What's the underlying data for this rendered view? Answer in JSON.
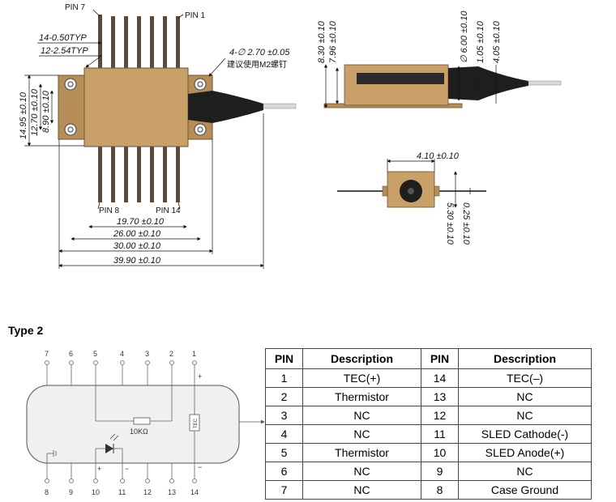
{
  "drawing": {
    "pin_top_left": "PIN 7",
    "pin_top_right": "PIN 1",
    "pin_bottom_left": "PIN 8",
    "pin_bottom_right": "PIN 14",
    "dim_pin_width": "14-0.50TYP",
    "dim_pin_pitch": "12-2.54TYP",
    "dim_holes": "4-∅ 2.70 ±0.05",
    "note_screw": "建议使用M2螺钉",
    "dim_h1": "14.95 ±0.10",
    "dim_h2": "12.70 ±0.10",
    "dim_h3": "8.90 ±0.10",
    "dim_w1": "19.70 ±0.10",
    "dim_w2": "26.00 ±0.10",
    "dim_w3": "30.00 ±0.10",
    "dim_w4": "39.90 ±0.10",
    "side_dim1": "8.30 ±0.10",
    "side_dim2": "7.96 ±0.10",
    "side_dim3": "∅ 6.00 ±0.10",
    "side_dim4": "1.05 ±0.10",
    "side_dim5": "4.05 ±0.10",
    "end_dim1": "4.10 ±0.10",
    "end_dim2": "5.30 ±0.10",
    "end_dim3": "0.25 ±0.10"
  },
  "schematic": {
    "title": "Type 2",
    "top_pins": [
      "7",
      "6",
      "5",
      "4",
      "3",
      "2",
      "1"
    ],
    "bottom_pins": [
      "8",
      "9",
      "10",
      "11",
      "12",
      "13",
      "14"
    ],
    "resistor_label": "10KΩ",
    "tec_label": "TEC",
    "plus": "+",
    "minus": "−"
  },
  "table": {
    "headers": [
      "PIN",
      "Description",
      "PIN",
      "Description"
    ],
    "rows": [
      [
        "1",
        "TEC(+)",
        "14",
        "TEC(–)"
      ],
      [
        "2",
        "Thermistor",
        "13",
        "NC"
      ],
      [
        "3",
        "NC",
        "12",
        "NC"
      ],
      [
        "4",
        "NC",
        "11",
        "SLED Cathode(-)"
      ],
      [
        "5",
        "Thermistor",
        "10",
        "SLED Anode(+)"
      ],
      [
        "6",
        "NC",
        "9",
        "NC"
      ],
      [
        "7",
        "NC",
        "8",
        "Case Ground"
      ]
    ]
  },
  "colors": {
    "body": "#c9a068",
    "body_dark": "#8a6a3e",
    "pin": "#5a4a36",
    "nose": "#1e1e1e"
  }
}
